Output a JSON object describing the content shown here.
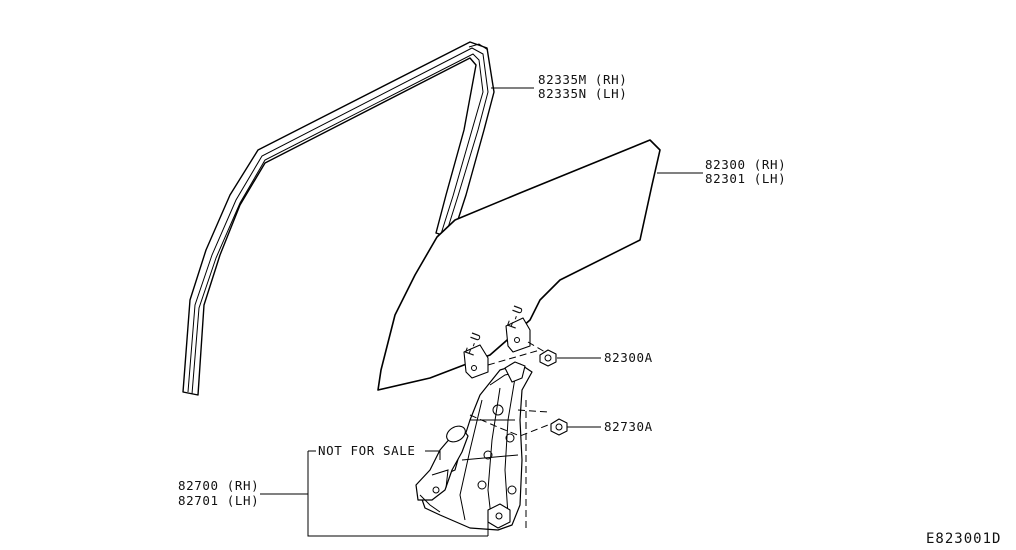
{
  "diagram": {
    "callouts": [
      {
        "id": "sash",
        "lines": [
          "82335M (RH)",
          "82335N (LH)"
        ]
      },
      {
        "id": "glass",
        "lines": [
          "82300 (RH)",
          "82301 (LH)"
        ]
      },
      {
        "id": "glass-bolt",
        "lines": [
          "82300A"
        ]
      },
      {
        "id": "regulator-bolt",
        "lines": [
          "82730A"
        ]
      },
      {
        "id": "regulator",
        "lines": [
          "82700 (RH)",
          "82701 (LH)"
        ]
      }
    ],
    "not_for_sale": "NOT FOR SALE",
    "figure_code": "E823001D"
  }
}
